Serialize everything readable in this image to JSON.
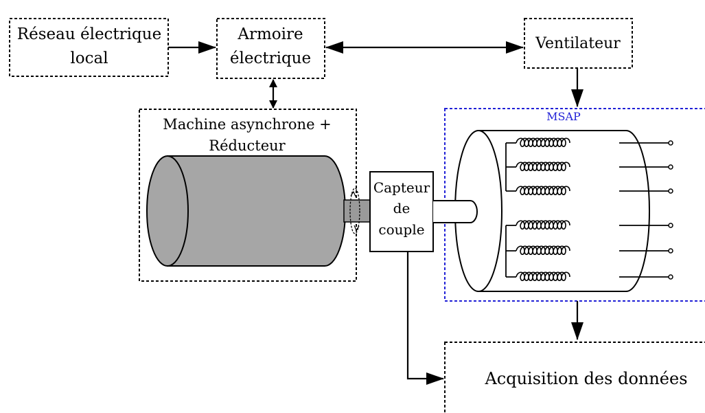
{
  "colors": {
    "msap_border": "#1f1fd6",
    "msap_label": "#1f1fd6",
    "motor_fill": "#a6a6a6",
    "shaft_fill": "#9a9a9a"
  },
  "blocks": {
    "reseau": {
      "line1": "Réseau électrique",
      "line2": "local"
    },
    "armoire": {
      "line1": "Armoire",
      "line2": "électrique"
    },
    "ventilateur": {
      "label": "Ventilateur"
    },
    "machine": {
      "line1": "Machine asynchrone +",
      "line2": "Réducteur"
    },
    "capteur": {
      "line1": "Capteur",
      "line2": "de",
      "line3": "couple"
    },
    "msap": {
      "label": "MSAP"
    },
    "acquisition": {
      "label": "Acquisition des données"
    }
  }
}
